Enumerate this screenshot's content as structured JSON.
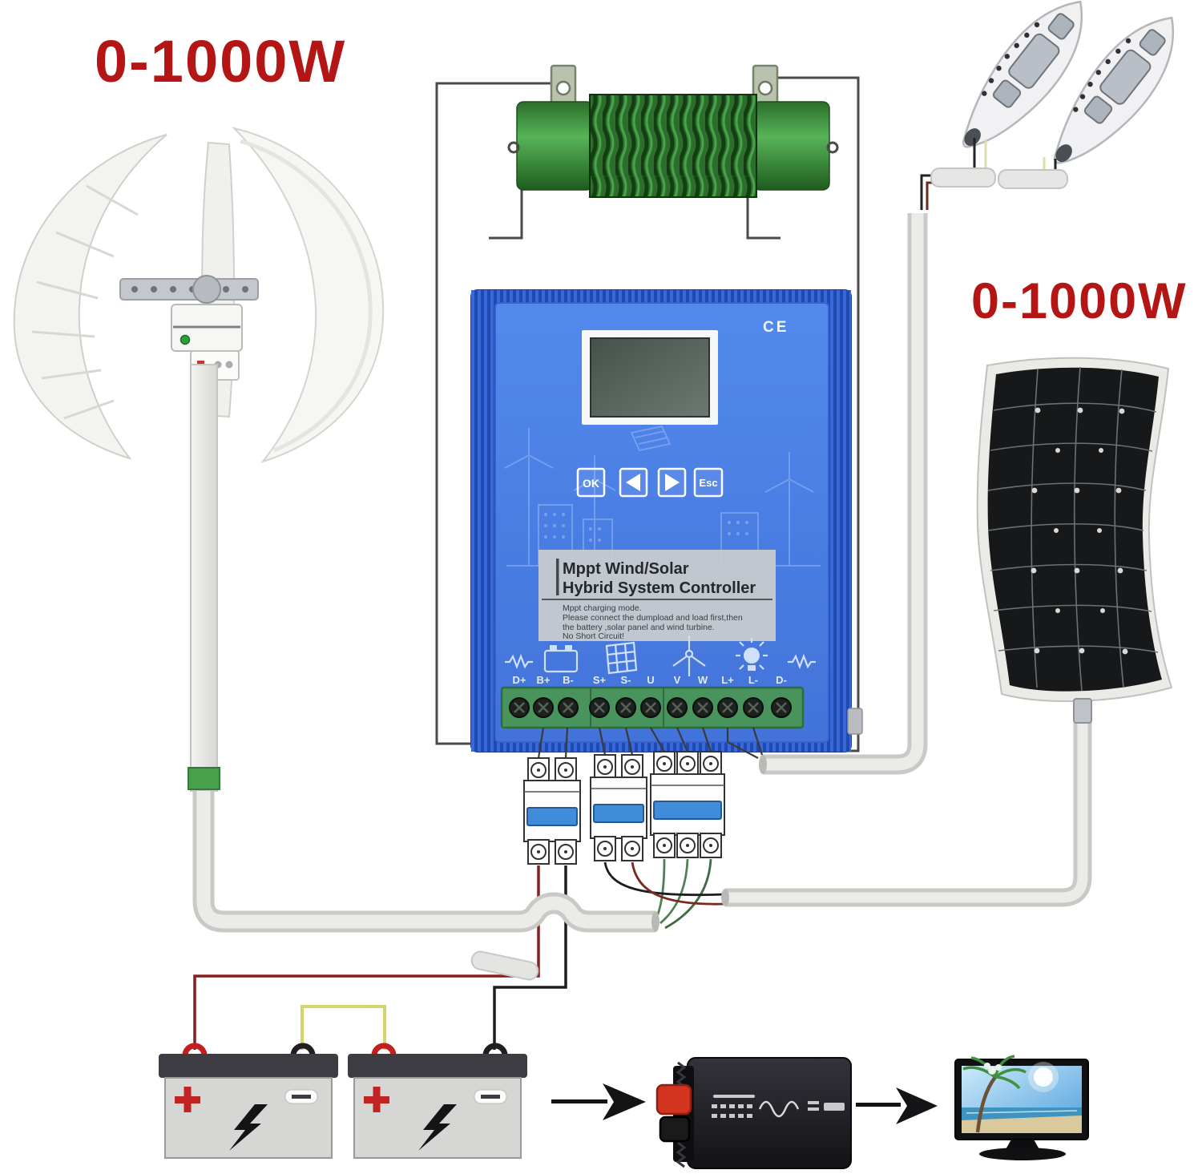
{
  "annotations": {
    "wind_rating": "0-1000W",
    "solar_rating": "0-1000W"
  },
  "controller": {
    "ce_mark": "CE",
    "buttons": {
      "ok": "OK",
      "prev_icon": "left-arrow",
      "next_icon": "right-arrow",
      "esc": "Esc"
    },
    "label": {
      "title_line1": "Mppt Wind/Solar",
      "title_line2": "Hybrid System Controller",
      "description": [
        "Mppt charging mode.",
        "Please connect the dumpload and load first,then",
        "the battery ,solar panel and wind turbine.",
        "No Short Circuit!"
      ]
    },
    "terminals": [
      "D+",
      "B+",
      "B-",
      "S+",
      "S-",
      "U",
      "V",
      "W",
      "L+",
      "L-",
      "D-"
    ],
    "terminal_icons": [
      "resistor-icon",
      "battery-icon",
      "solar-panel-icon",
      "wind-turbine-icon",
      "lamp-icon",
      "resistor-icon"
    ]
  },
  "components": {
    "wind_turbine": "vertical-axis-wind-turbine",
    "dump_load": "dump-load-resistor",
    "street_lamps": "led-street-lamp-x2",
    "solar_panel": "flexible-solar-panel",
    "breakers": "circuit-breakers-x3",
    "batteries": "battery-x2",
    "inverter": "power-inverter",
    "tv": "television-load"
  },
  "colors": {
    "rating_red": "#b41616",
    "controller_case": "#2857c8",
    "controller_panel": "#4d82e3",
    "terminal_block_green": "#48945c",
    "resistor_green": "#2f7d2f",
    "breaker_handle_blue": "#3f8cd8",
    "cable_gray": "#d6d6d4",
    "battery_wire_red": "#8a1f1f",
    "battery_link_yellow": "#d4d46a",
    "wind_wire_green": "#4f7f52"
  }
}
